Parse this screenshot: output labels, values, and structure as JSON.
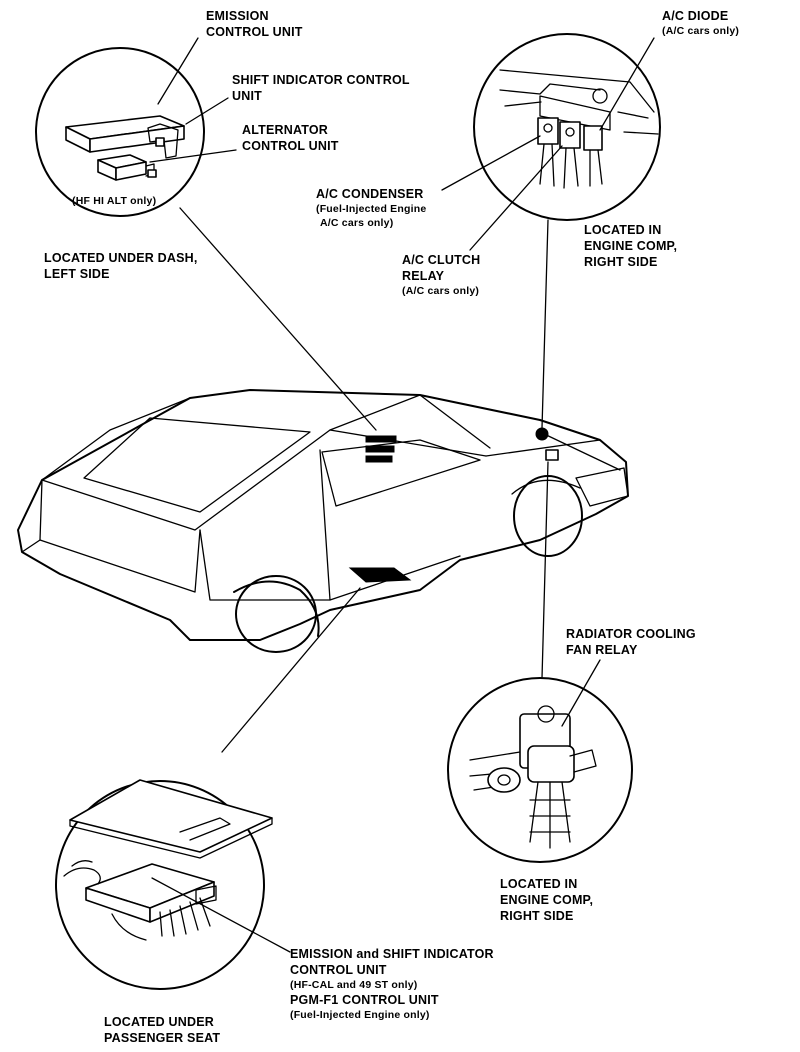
{
  "labels": {
    "emission_control_unit": [
      "EMISSION",
      "CONTROL UNIT"
    ],
    "shift_indicator_control_unit": [
      "SHIFT INDICATOR CONTROL",
      "UNIT"
    ],
    "alternator_control_unit": [
      "ALTERNATOR",
      "CONTROL UNIT"
    ],
    "hf_hi_alt_only": "(HF HI ALT only)",
    "located_under_dash": [
      "LOCATED UNDER DASH,",
      "LEFT SIDE"
    ],
    "ac_diode": [
      "A/C DIODE",
      "(A/C cars only)"
    ],
    "ac_condenser": [
      "A/C CONDENSER",
      "(Fuel-Injected Engine",
      "A/C cars only)"
    ],
    "ac_clutch_relay": [
      "A/C CLUTCH",
      "RELAY",
      "(A/C cars only)"
    ],
    "located_engine_comp_top": [
      "LOCATED IN",
      "ENGINE COMP,",
      "RIGHT SIDE"
    ],
    "radiator_cooling_fan_relay": [
      "RADIATOR COOLING",
      "FAN RELAY"
    ],
    "located_engine_comp_bottom": [
      "LOCATED IN",
      "ENGINE COMP,",
      "RIGHT SIDE"
    ],
    "emission_shift_indicator": [
      "EMISSION and SHIFT INDICATOR",
      "CONTROL UNIT",
      "(HF-CAL and 49 ST only)",
      "PGM-F1 CONTROL UNIT",
      "(Fuel-Injected Engine only)"
    ],
    "located_under_seat": [
      "LOCATED UNDER",
      "PASSENGER SEAT"
    ]
  }
}
